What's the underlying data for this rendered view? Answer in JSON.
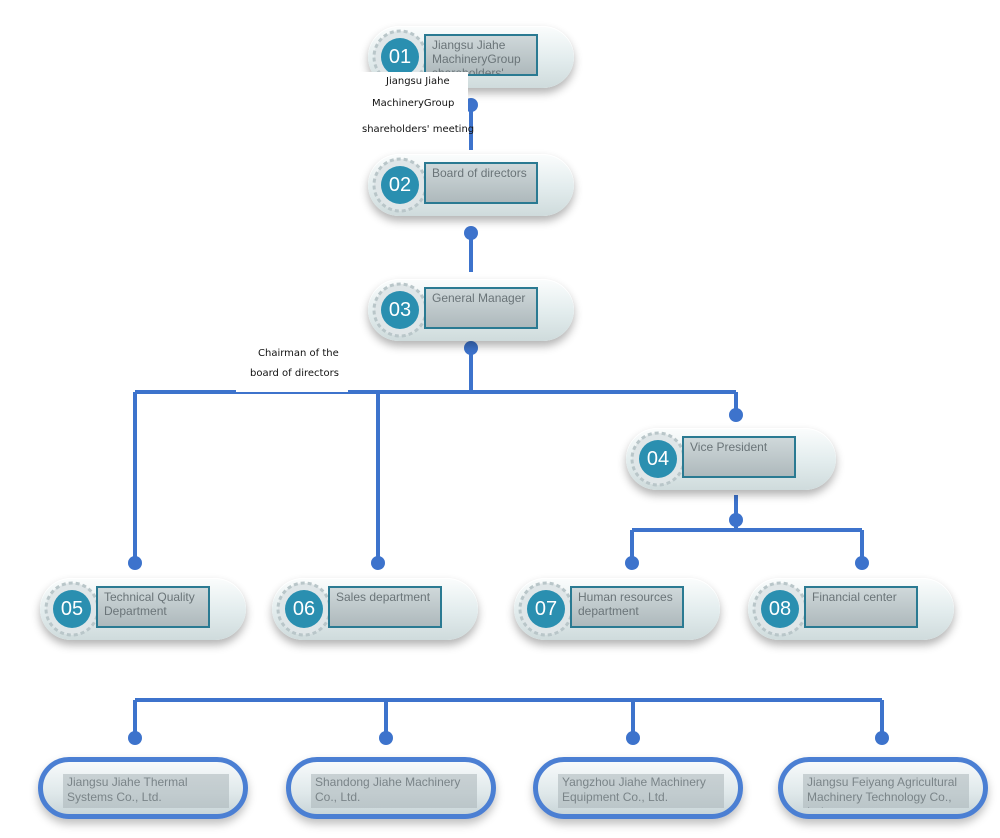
{
  "nodes": [
    {
      "num": "01",
      "label": "Jiangsu Jiahe MachineryGroup shareholders' meeting"
    },
    {
      "num": "02",
      "label": "Board of directors"
    },
    {
      "num": "03",
      "label": "General Manager"
    },
    {
      "num": "04",
      "label": "Vice President"
    },
    {
      "num": "05",
      "label": "Technical Quality Department"
    },
    {
      "num": "06",
      "label": "Sales department"
    },
    {
      "num": "07",
      "label": "Human resources department"
    },
    {
      "num": "08",
      "label": "Financial center"
    }
  ],
  "enterprises": [
    {
      "label": "Jiangsu Jiahe Thermal Systems Co., Ltd."
    },
    {
      "label": "Shandong Jiahe Machinery Co., Ltd."
    },
    {
      "label": "Yangzhou Jiahe Machinery Equipment Co., Ltd."
    },
    {
      "label": "Jiangsu Feiyang Agricultural Machinery Technology Co., Ltd."
    }
  ],
  "callouts": {
    "shareholders": [
      "Jiangsu Jiahe",
      "MachineryGroup",
      "shareholders' meeting"
    ],
    "chairman": [
      "Chairman of the",
      "board of directors"
    ]
  },
  "colors": {
    "connector": "#3d73cc",
    "gear": "#2a8fb0",
    "enterprise_border": "#4b7fd3"
  }
}
